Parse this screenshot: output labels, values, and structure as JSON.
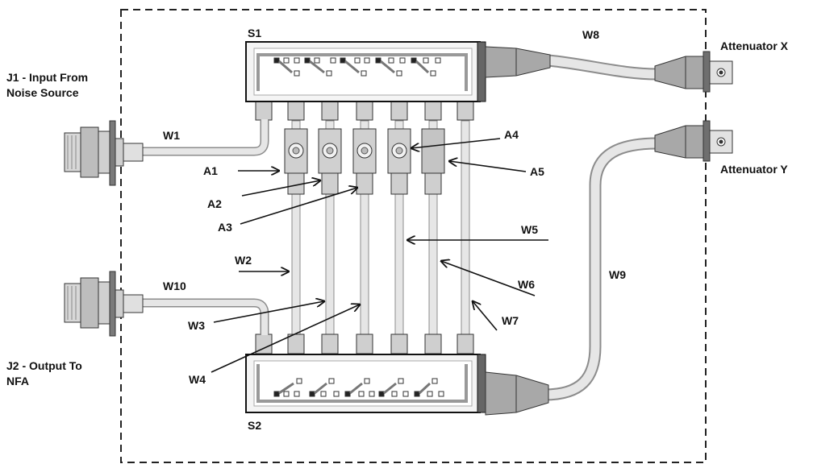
{
  "labels": {
    "s1": "S1",
    "s2": "S2",
    "j1_line1": "J1 - Input From",
    "j1_line2": "Noise Source",
    "j2_line1": "J2 - Output To",
    "j2_line2": "NFA",
    "att_x": "Attenuator X",
    "att_y": "Attenuator Y",
    "w1": "W1",
    "w2": "W2",
    "w3": "W3",
    "w4": "W4",
    "w5": "W5",
    "w6": "W6",
    "w7": "W7",
    "w8": "W8",
    "w9": "W9",
    "w10": "W10",
    "a1": "A1",
    "a2": "A2",
    "a3": "A3",
    "a4": "A4",
    "a5": "A5"
  },
  "colors": {
    "outline": "#111111",
    "cable_fill": "#e6e6e6",
    "cable_edge": "#8c8c8c",
    "body_fill": "#d0d0d0",
    "switch_fill": "#f4f4f4",
    "dashed_border": "#222222"
  }
}
